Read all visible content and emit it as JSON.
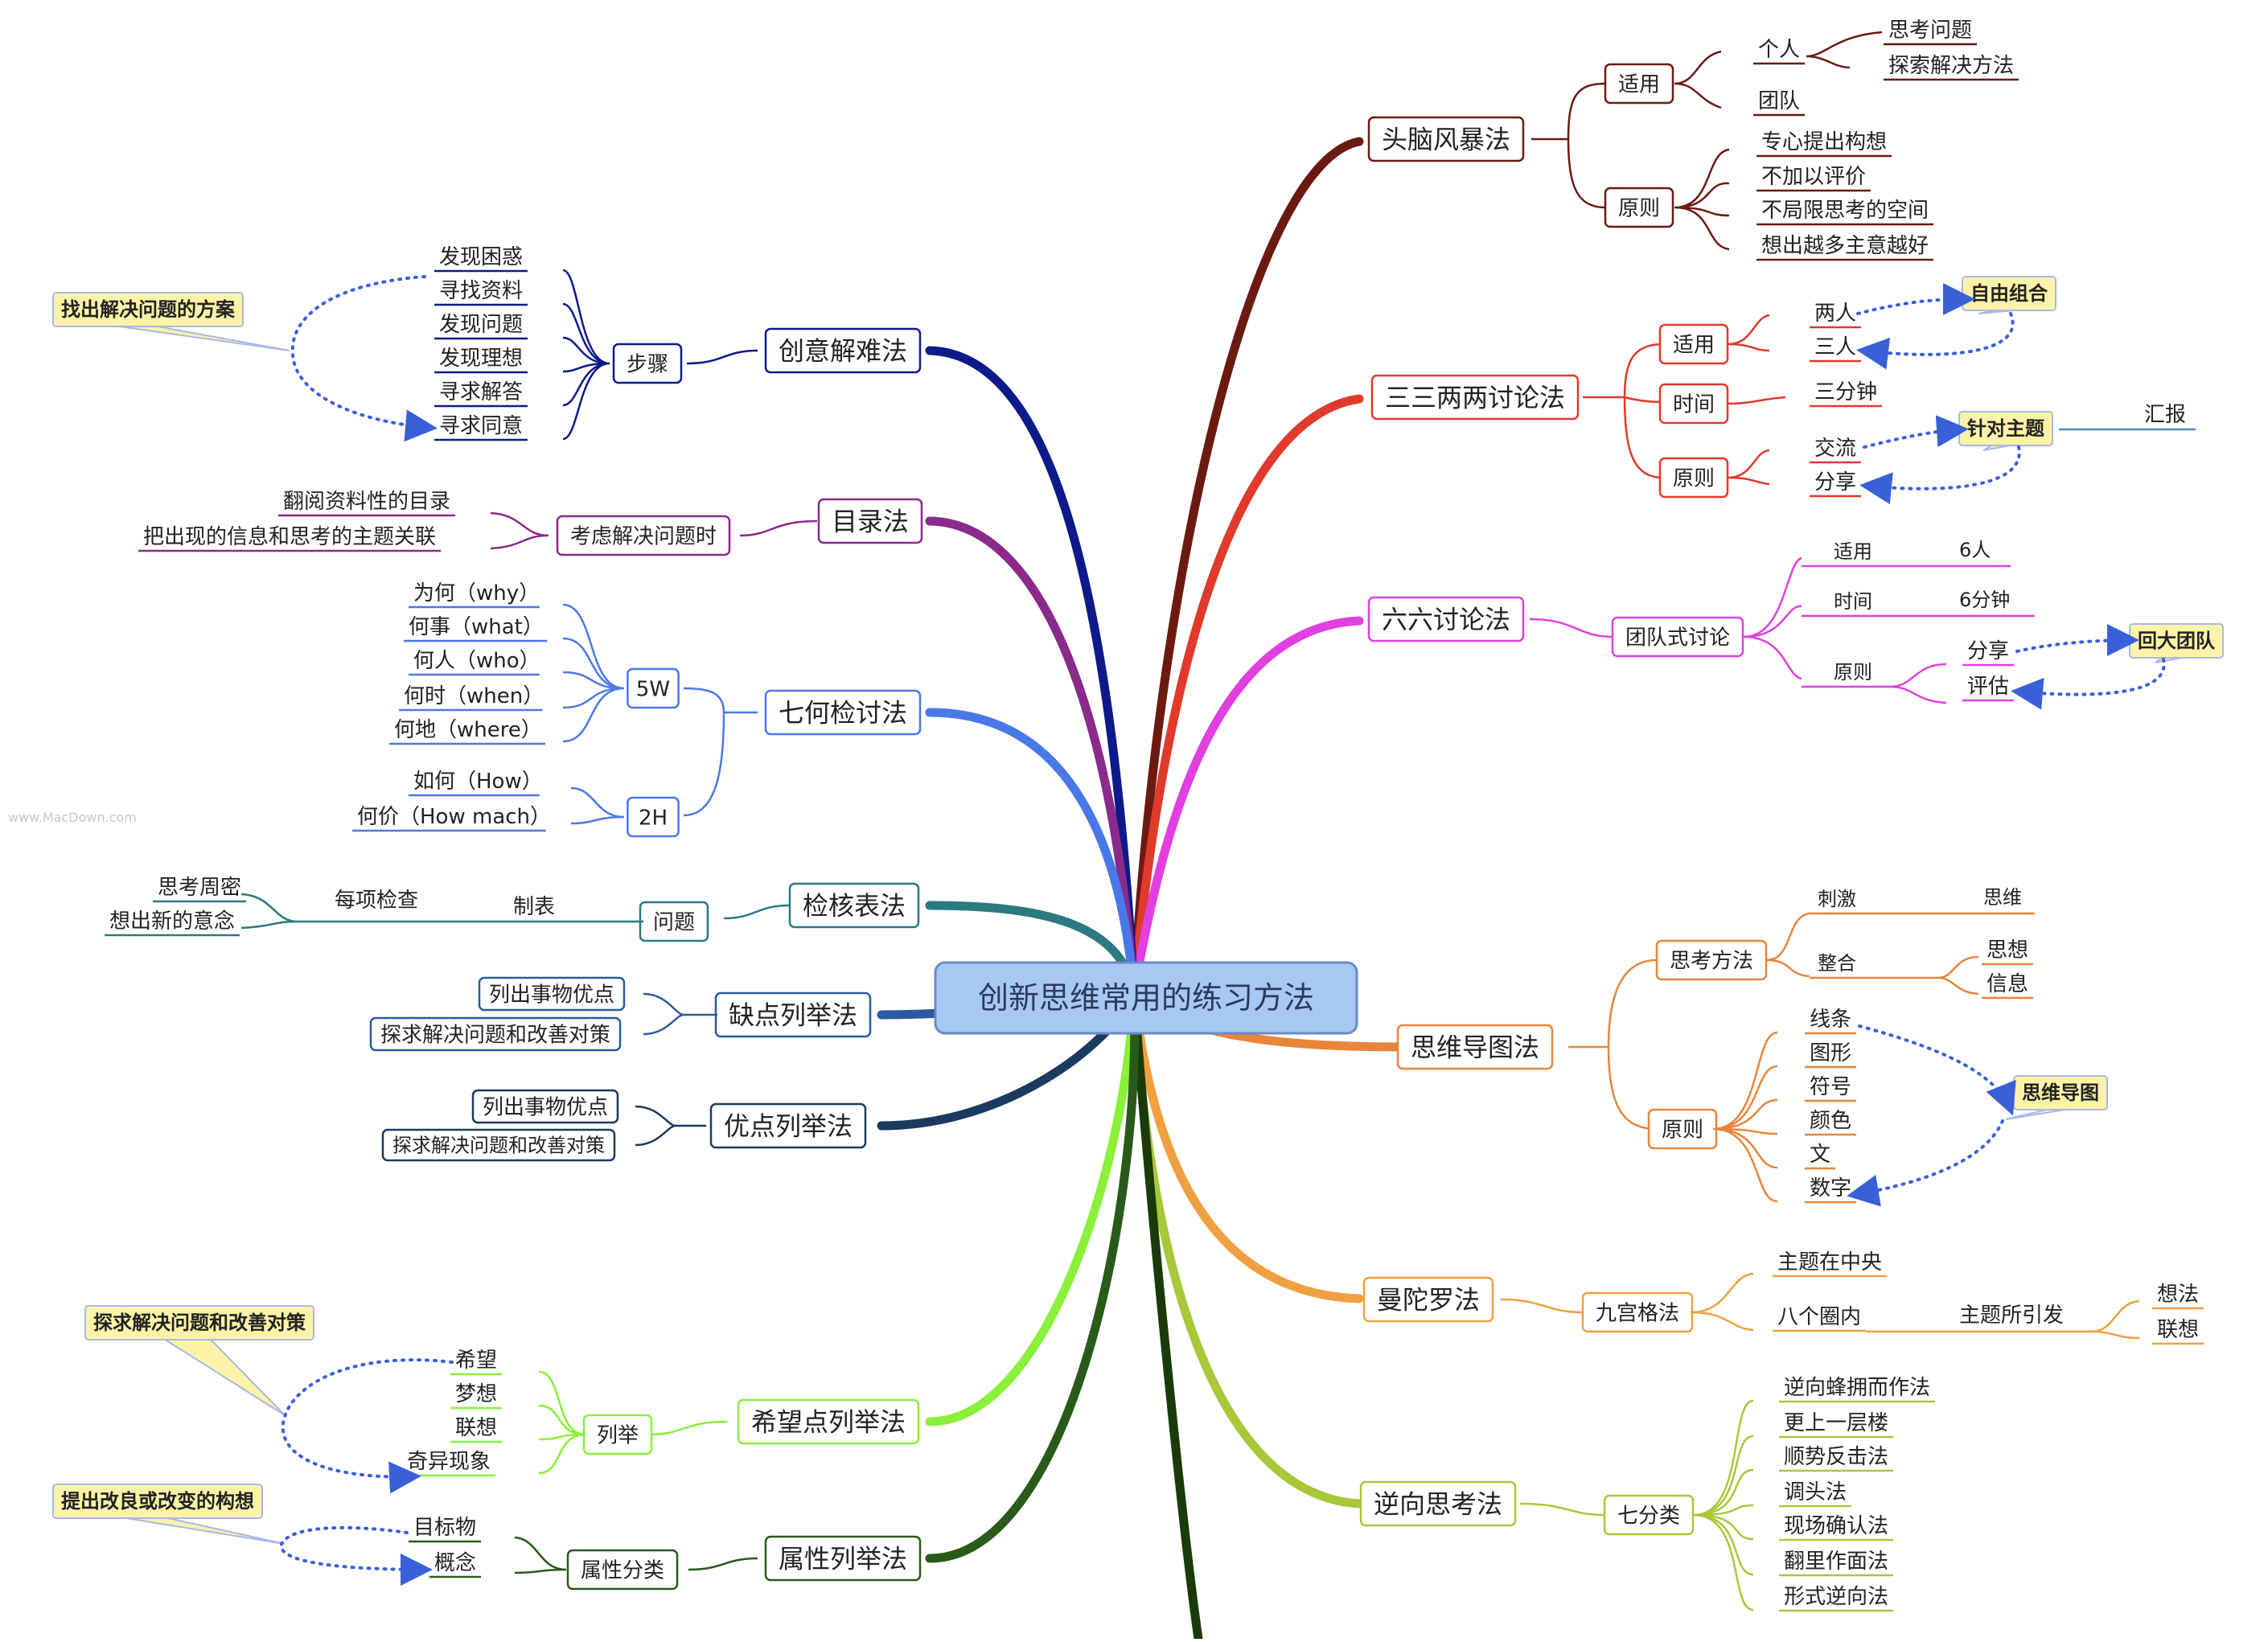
{
  "root": "创新思维常用的练习方法",
  "watermark": "www.MacDown.com",
  "colors": {
    "brainstorm": "#6b1a12",
    "three": "#e03a2c",
    "six": "#e040e0",
    "mindmap": "#e8853a",
    "mandala": "#f0a040",
    "reverse": "#a8c83a",
    "creative": "#0c1a8a",
    "catalog": "#8a2a8a",
    "seven": "#4a78e8",
    "check": "#2a7a80",
    "defect": "#2a5aa0",
    "merit": "#1a3a60",
    "hope": "#8af03a",
    "attr": "#2a5a1a",
    "trunk": "#1a3a0a",
    "callout_fill": "#fcf3a8",
    "callout_border": "#a8b8e8",
    "arrow": "#3a60d8",
    "root_fill": "#a8c8f4",
    "root_border": "#6a8ac8"
  },
  "branches": {
    "brainstorm": {
      "label": "头脑风暴法",
      "apply": "适用",
      "personal": "个人",
      "team": "团队",
      "p1": "思考问题",
      "p2": "探索解决方法",
      "rule": "原则",
      "r1": "专心提出构想",
      "r2": "不加以评价",
      "r3": "不局限思考的空间",
      "r4": "想出越多主意越好"
    },
    "three": {
      "label": "三三两两讨论法",
      "apply": "适用",
      "two": "两人",
      "three": "三人",
      "free": "自由组合",
      "time": "时间",
      "three_min": "三分钟",
      "rule": "原则",
      "exchange": "交流",
      "share": "分享",
      "topic": "针对主题",
      "report": "汇报"
    },
    "six": {
      "label": "六六讨论法",
      "team": "团队式讨论",
      "apply": "适用",
      "six_people": "6人",
      "time": "时间",
      "six_min": "6分钟",
      "rule": "原则",
      "share": "分享",
      "assess": "评估",
      "back": "回大团队"
    },
    "mindmap": {
      "label": "思维导图法",
      "think": "思考方法",
      "stim": "刺激",
      "think2": "思维",
      "integ": "整合",
      "idea": "思想",
      "info": "信息",
      "rule": "原则",
      "items": [
        "线条",
        "图形",
        "符号",
        "颜色",
        "文",
        "数字"
      ],
      "callout": "思维导图"
    },
    "mandala": {
      "label": "曼陀罗法",
      "grid": "九宫格法",
      "center": "主题在中央",
      "circle": "八个圈内",
      "induced": "主题所引发",
      "think": "想法",
      "assoc": "联想"
    },
    "reverse": {
      "label": "逆向思考法",
      "seven": "七分类",
      "items": [
        "逆向蜂拥而作法",
        "更上一层楼",
        "顺势反击法",
        "调头法",
        "现场确认法",
        "翻里作面法",
        "形式逆向法"
      ]
    },
    "creative": {
      "label": "创意解难法",
      "steps": "步骤",
      "items": [
        "发现困惑",
        "寻找资料",
        "发现问题",
        "发现理想",
        "寻求解答",
        "寻求同意"
      ],
      "callout": "找出解决问题的方案"
    },
    "catalog": {
      "label": "目录法",
      "consider": "考虑解决问题时",
      "c1": "翻阅资料性的目录",
      "c2": "把出现的信息和思考的主题关联"
    },
    "seven": {
      "label": "七何检讨法",
      "w5": "5W",
      "h2": "2H",
      "w": [
        "为何（why）",
        "何事（what）",
        "何人（who）",
        "何时（when）",
        "何地（where）"
      ],
      "h": [
        "如何（How）",
        "何价（How mach）"
      ]
    },
    "check": {
      "label": "检核表法",
      "problem": "问题",
      "table": "制表",
      "each": "每项检查",
      "t1": "思考周密",
      "t2": "想出新的意念"
    },
    "defect": {
      "label": "缺点列举法",
      "d1": "列出事物优点",
      "d2": "探求解决问题和改善对策"
    },
    "merit": {
      "label": "优点列举法",
      "m1": "列出事物优点",
      "m2": "探求解决问题和改善对策"
    },
    "hope": {
      "label": "希望点列举法",
      "list": "列举",
      "items": [
        "希望",
        "梦想",
        "联想",
        "奇异现象"
      ],
      "callout": "探求解决问题和改善对策"
    },
    "attr": {
      "label": "属性列举法",
      "cls": "属性分类",
      "a1": "目标物",
      "a2": "概念",
      "callout": "提出改良或改变的构想"
    }
  }
}
